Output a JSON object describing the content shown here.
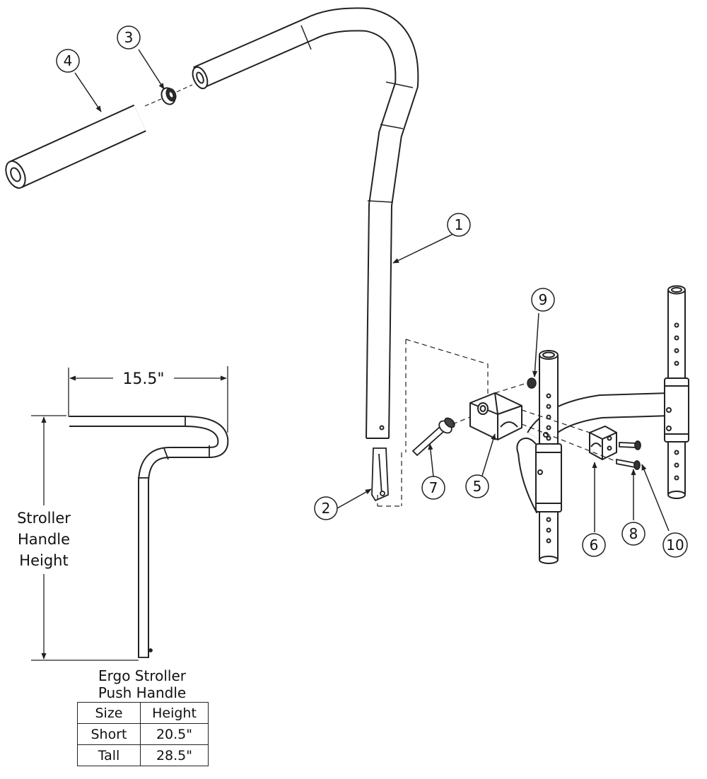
{
  "callouts": [
    "1",
    "2",
    "3",
    "4",
    "5",
    "6",
    "7",
    "8",
    "9",
    "10"
  ],
  "dimension": {
    "width_label": "15.5\""
  },
  "height_label": [
    "Stroller",
    "Handle",
    "Height"
  ],
  "spec": {
    "title_lines": [
      "Ergo Stroller",
      "Push Handle"
    ],
    "headers": [
      "Size",
      "Height"
    ],
    "rows": [
      [
        "Short",
        "20.5\""
      ],
      [
        "Tall",
        "28.5\""
      ]
    ]
  },
  "colors": {
    "line": "#222222",
    "background": "#ffffff"
  }
}
